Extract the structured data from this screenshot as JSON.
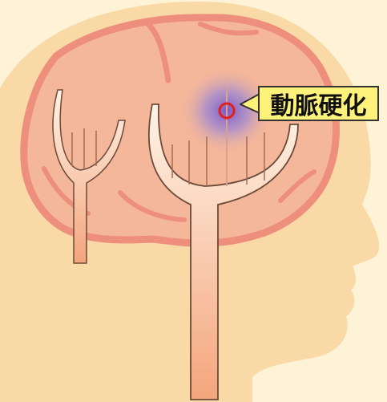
{
  "label": "動脈硬化",
  "colors": {
    "background": "#fef3d6",
    "head": "#f9d9a6",
    "brain": "#f5b79a",
    "brain_outline": "#ee8f7e",
    "vessel_fill": "#f5b48c",
    "vessel_outline": "#6b4a3a",
    "lesion_center": "#7a59c4",
    "marker": "#e02020",
    "callout_fill": "#fff27a"
  },
  "icons": [
    "head-silhouette",
    "brain",
    "artery-branch-left",
    "artery-branch-right",
    "lesion-glow",
    "lesion-marker"
  ]
}
